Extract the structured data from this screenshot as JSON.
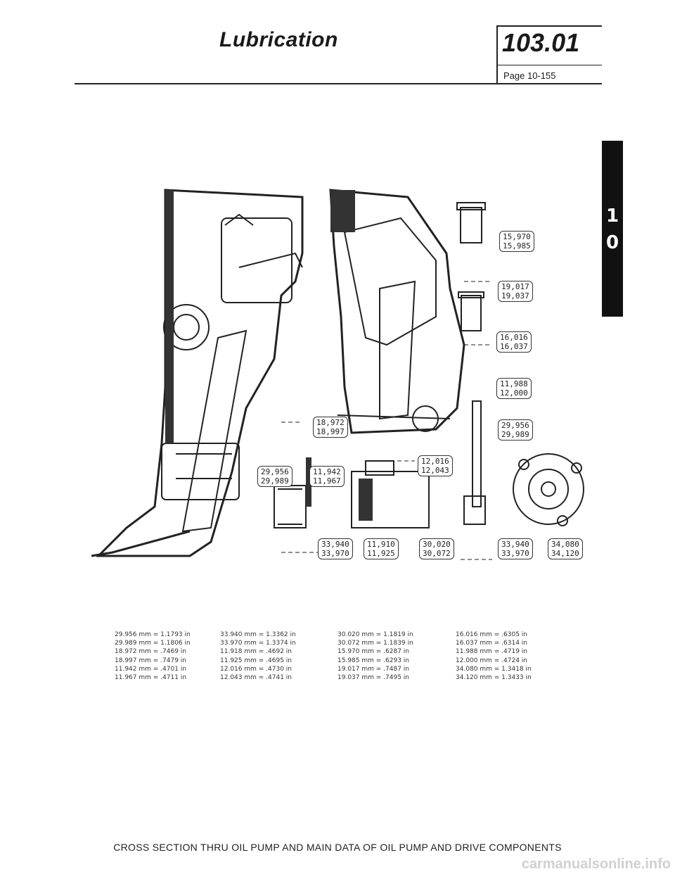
{
  "header": {
    "title": "Lubrication",
    "section_number": "103.01",
    "page": "Page 10-155"
  },
  "side_tab": {
    "digits": [
      "1",
      "0"
    ]
  },
  "dimension_labels": [
    [
      "15,970",
      "15,985"
    ],
    [
      "19,017",
      "19,037"
    ],
    [
      "16,016",
      "16,037"
    ],
    [
      "11,988",
      "12,000"
    ],
    [
      "29,956",
      "29,989"
    ],
    [
      "18,972",
      "18,997"
    ],
    [
      "12,016",
      "12,043"
    ],
    [
      "29,956",
      "29,989"
    ],
    [
      "11,942",
      "11,967"
    ],
    [
      "33,940",
      "33,970"
    ],
    [
      "11,910",
      "11,925"
    ],
    [
      "30,020",
      "30,072"
    ],
    [
      "33,940",
      "33,970"
    ],
    [
      "34,080",
      "34,120"
    ]
  ],
  "conversions": [
    [
      "29.956 mm = 1.1793 in",
      "29.989 mm = 1.1806 in",
      "18.972 mm = .7469 in",
      "18.997 mm = .7479 in",
      "11.942 mm = .4701 in",
      "11.967 mm = .4711 in"
    ],
    [
      "33.940 mm = 1.3362 in",
      "33.970 mm = 1.3374 in",
      "11.918 mm = .4692 in",
      "11.925 mm = .4695 in",
      "12.016 mm = .4730 in",
      "12.043 mm = .4741 in"
    ],
    [
      "30.020 mm = 1.1819 in",
      "30.072 mm = 1.1839 in",
      "15.970 mm = .6287 in",
      "15.985 mm = .6293 in",
      "19.017 mm = .7487 in",
      "19.037 mm = .7495 in"
    ],
    [
      "16.016 mm = .6305 in",
      "16.037 mm = .6314 in",
      "11.988 mm = .4719 in",
      "12.000 mm = .4724 in",
      "34.080 mm = 1.3418 in",
      "34.120 mm = 1.3433 in"
    ]
  ],
  "caption": "CROSS SECTION THRU OIL PUMP AND MAIN DATA OF OIL PUMP AND DRIVE COMPONENTS",
  "watermark": "carmanualsonline.info"
}
